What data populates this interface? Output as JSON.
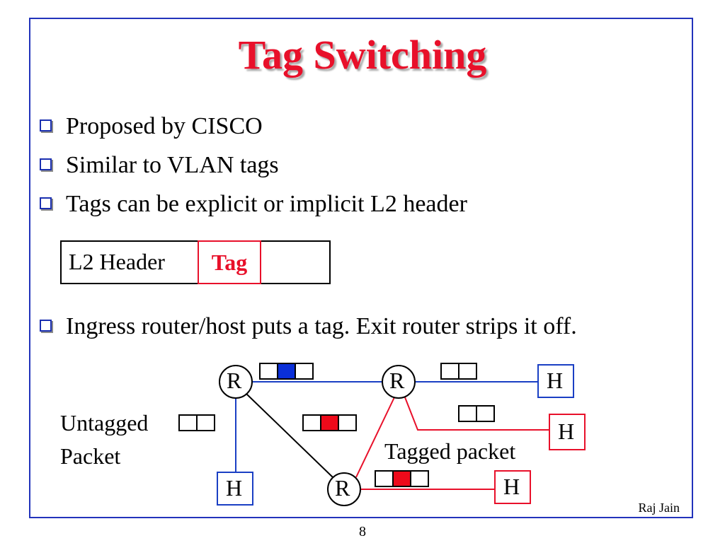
{
  "slide": {
    "title": "Tag Switching",
    "bullets": [
      "Proposed by CISCO",
      "Similar to VLAN tags",
      "Tags can be explicit or implicit L2 header",
      "Ingress router/host puts a tag. Exit router strips it off."
    ],
    "header_diagram": {
      "l2_label": "L2 Header",
      "tag_label": "Tag"
    },
    "network": {
      "router_label": "R",
      "host_label": "H",
      "untagged_label_line1": "Untagged",
      "untagged_label_line2": "Packet",
      "tagged_label": "Tagged packet"
    },
    "author": "Raj Jain",
    "page_number": "8"
  },
  "colors": {
    "title": "#e8102a",
    "frame": "#2233bb",
    "blue_link": "#1a3fc4",
    "red_link": "#e8102a",
    "tag_blue": "#0a2fd8",
    "tag_red": "#ee0a1a"
  }
}
